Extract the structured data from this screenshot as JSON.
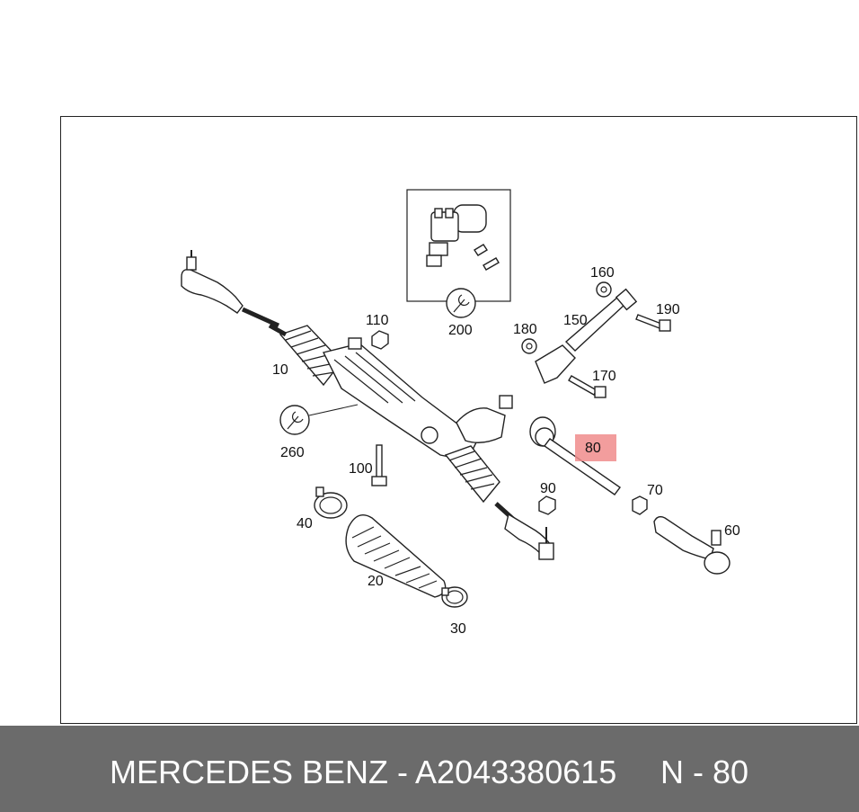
{
  "diagram": {
    "labels": {
      "p10": "10",
      "p20": "20",
      "p30": "30",
      "p40": "40",
      "p60": "60",
      "p70": "70",
      "p80": "80",
      "p90": "90",
      "p100": "100",
      "p110": "110",
      "p150": "150",
      "p160": "160",
      "p170": "170",
      "p180": "180",
      "p190": "190",
      "p200": "200",
      "p260": "260"
    },
    "highlight_color": "#f08c8c",
    "highlighted_part": "80"
  },
  "footer": {
    "title": "MERCEDES BENZ - A2043380615",
    "position": "N - 80"
  }
}
